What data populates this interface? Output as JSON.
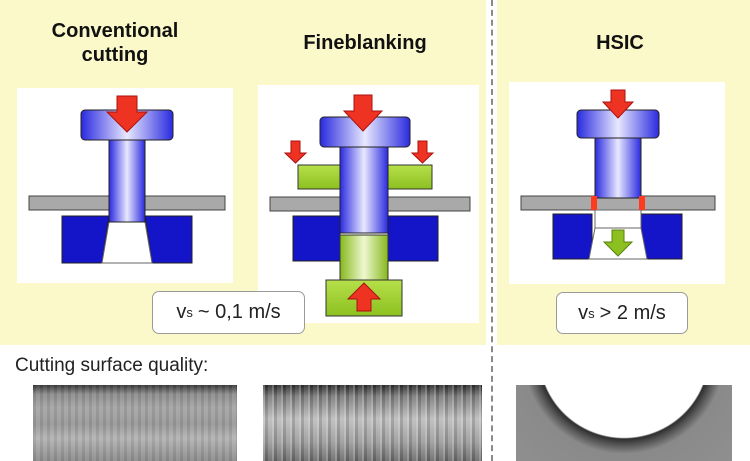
{
  "processes": {
    "conventional": {
      "title_line1": "Conventional",
      "title_line2": "cutting"
    },
    "fineblanking": {
      "title": "Fineblanking"
    },
    "hsic": {
      "title": "HSIC"
    }
  },
  "speed_labels": {
    "left": {
      "symbol": "v",
      "subscript": "s",
      "text": "~ 0,1 m/s"
    },
    "right": {
      "symbol": "v",
      "subscript": "s",
      "text": "> 2 m/s"
    }
  },
  "quality_label": "Cutting surface quality:",
  "colors": {
    "panel_bg": "#fbf9c9",
    "punch_blue": "#2a2ae0",
    "die_blue": "#1414c8",
    "sheet_gray": "#a9a9a9",
    "press_green": "#9ccc2a",
    "arrow_red": "#ee3322",
    "contact_red": "#ff3b1f"
  }
}
